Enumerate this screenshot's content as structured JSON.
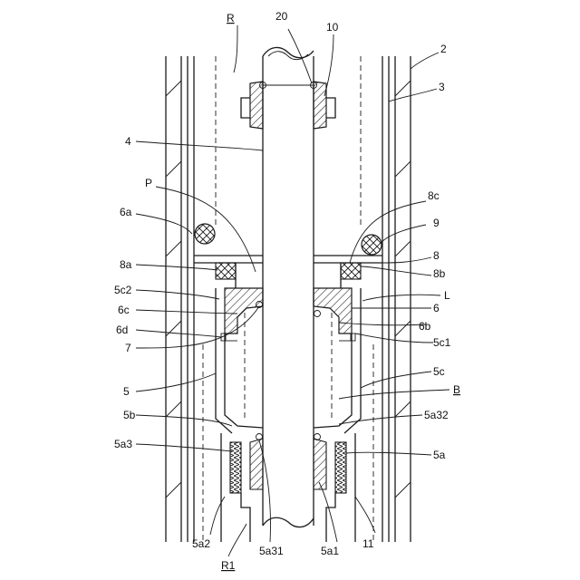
{
  "labels": {
    "R": "R",
    "n20": "20",
    "n10": "10",
    "n2": "2",
    "n3": "3",
    "n4": "4",
    "P": "P",
    "n6a": "6a",
    "n8c": "8c",
    "n9": "9",
    "n8": "8",
    "n8a": "8a",
    "n8b": "8b",
    "n5c2": "5c2",
    "L": "L",
    "n6c": "6c",
    "n6": "6",
    "n6b": "6b",
    "n6d": "6d",
    "n5c1": "5c1",
    "n7": "7",
    "n5c": "5c",
    "n5": "5",
    "B": "B",
    "n5b": "5b",
    "n5a32": "5a32",
    "n5a3": "5a3",
    "n5a": "5a",
    "n5a2": "5a2",
    "R1": "R1",
    "n5a31": "5a31",
    "n5a1": "5a1",
    "n11": "11"
  }
}
